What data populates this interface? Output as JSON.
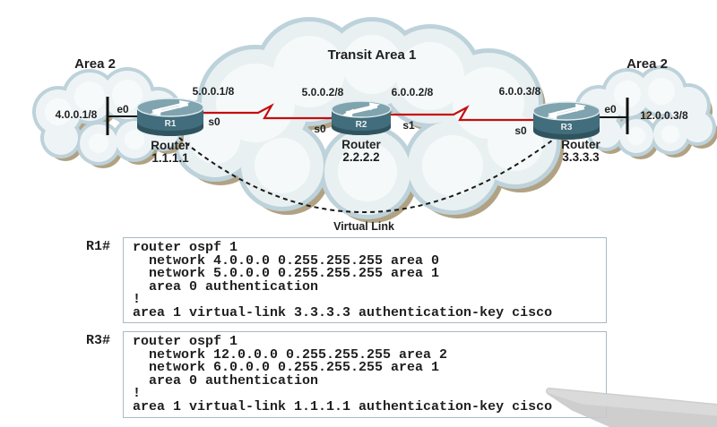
{
  "diagram": {
    "areas": {
      "left_area_label": "Area 2",
      "transit_label": "Transit Area 1",
      "right_area_label": "Area 2"
    },
    "left_stub_network": "4.0.0.1/8",
    "right_stub_network": "12.0.0.3/8",
    "link_ips": {
      "r1_s0": "5.0.0.1/8",
      "r2_s0": "5.0.0.2/8",
      "r2_s1": "6.0.0.2/8",
      "r3_s0": "6.0.0.3/8"
    },
    "interfaces": {
      "r1_e0": "e0",
      "r1_s0": "s0",
      "r2_s0": "s0",
      "r2_s1": "s1",
      "r3_s0": "s0",
      "r3_e0": "e0"
    },
    "routers": [
      {
        "id": "R1",
        "name": "Router",
        "router_id": "1.1.1.1"
      },
      {
        "id": "R2",
        "name": "Router",
        "router_id": "2.2.2.2"
      },
      {
        "id": "R3",
        "name": "Router",
        "router_id": "3.3.3.3"
      }
    ],
    "virtual_link_label": "Virtual Link"
  },
  "configs": [
    {
      "prompt": "R1#",
      "code": "router ospf 1\n  network 4.0.0.0 0.255.255.255 area 0\n  network 5.0.0.0 0.255.255.255 area 1\n  area 0 authentication\n!\narea 1 virtual-link 3.3.3.3 authentication-key cisco"
    },
    {
      "prompt": "R3#",
      "code": "router ospf 1\n  network 12.0.0.0 0.255.255.255 area 2\n  network 6.0.0.0 0.255.255.255 area 1\n  area 0 authentication\n!\narea 1 virtual-link 1.1.1.1 authentication-key cisco"
    }
  ],
  "colors": {
    "serial_link_red": "#c40e0e",
    "cloud_fill": "#edf3f5",
    "cloud_rim": "#bdd2da",
    "cloud_shadow": "#b1a284",
    "router_body": "#426d7c",
    "router_top": "#7fa4b0",
    "config_border": "#a7bac7",
    "text": "#1f1f1f"
  }
}
